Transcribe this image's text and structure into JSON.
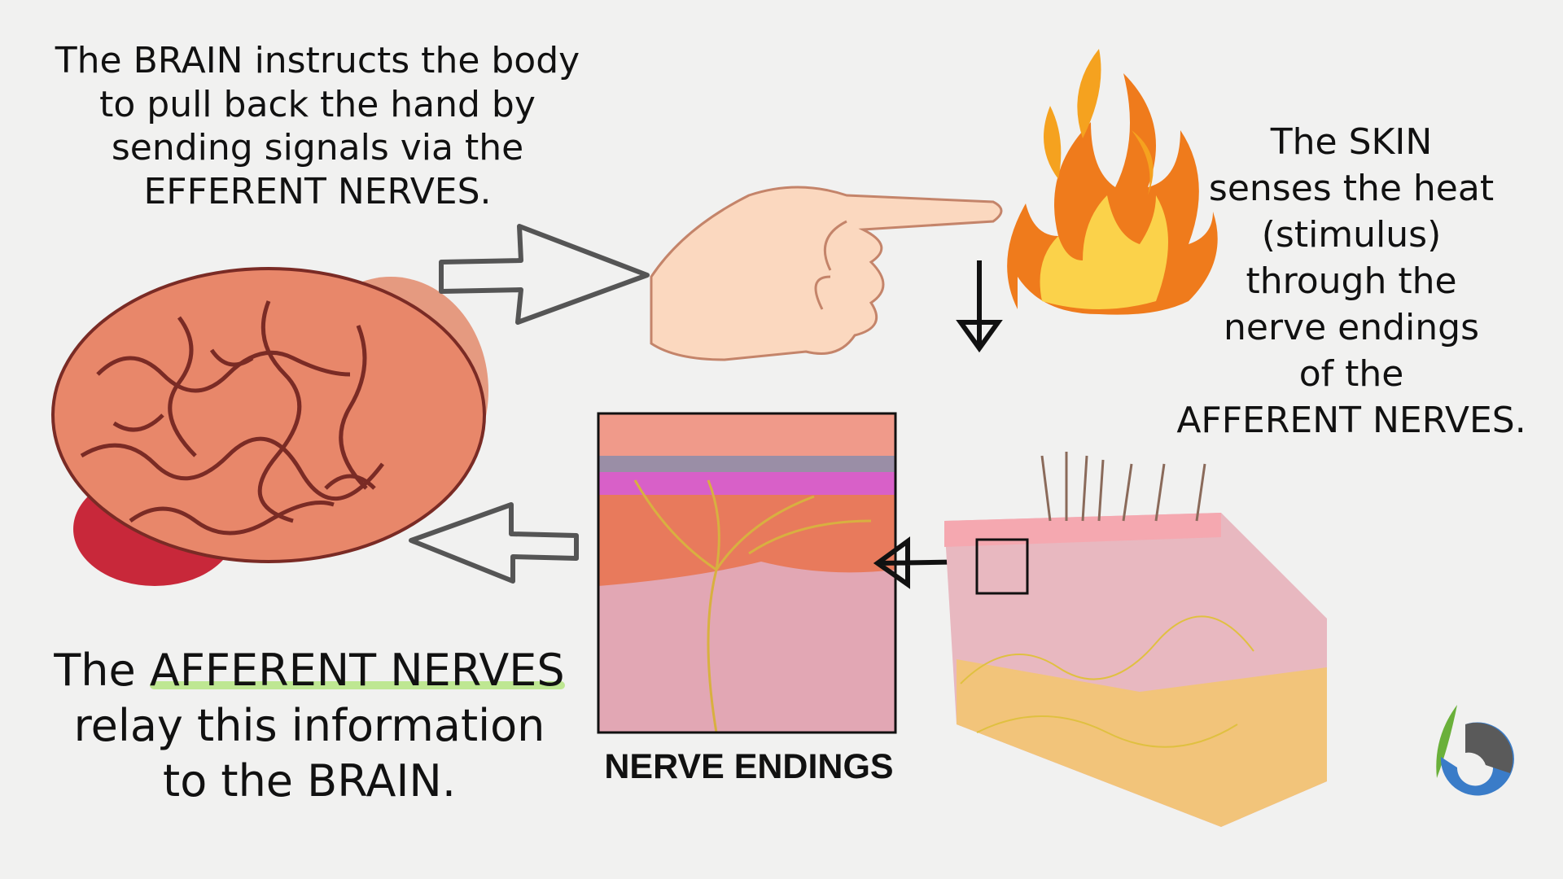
{
  "top_text": [
    "The BRAIN instructs the body",
    "to pull back the hand by",
    "sending signals via the",
    "EFFERENT NERVES."
  ],
  "right_text": [
    "The SKIN",
    "senses the heat",
    "(stimulus)",
    "through the",
    "nerve endings",
    "of the",
    "AFFERENT NERVES."
  ],
  "bottom_text": {
    "line1_prefix": "The ",
    "line1_highlight": "AFFERENT NERVES",
    "line2": "relay this information",
    "line3": "to the BRAIN."
  },
  "nerve_label": "NERVE ENDINGS",
  "colors": {
    "background": "#f1f1f0",
    "highlight": "#a8e36a",
    "brain": "#e8876a",
    "flame": "#f08a1c"
  }
}
